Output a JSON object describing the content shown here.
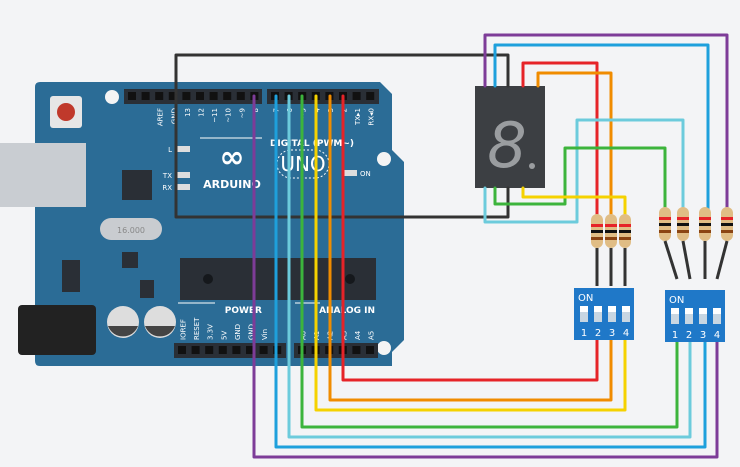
{
  "arduino": {
    "brand": "ARDUINO",
    "model": "UNO",
    "digital_header_label": "DIGITAL (PWM~)",
    "power_label": "POWER",
    "analog_label": "ANALOG IN",
    "led_labels": [
      "L",
      "TX",
      "RX",
      "ON"
    ],
    "digital_pins_left": [
      "AREF",
      "GND",
      "13",
      "12",
      "~11",
      "~10",
      "~9",
      "8"
    ],
    "digital_pins_right": [
      "7",
      "~6",
      "~5",
      "4",
      "~3",
      "2",
      "TX▸1",
      "RX◂0"
    ],
    "power_pins": [
      "IOREF",
      "RESET",
      "3.3V",
      "5V",
      "GND",
      "GND",
      "Vin"
    ],
    "analog_pins": [
      "A0",
      "A1",
      "A2",
      "A3",
      "A4",
      "A5"
    ],
    "crystal_text": "16.000"
  },
  "dip_switches": [
    {
      "on_label": "ON",
      "numbers": [
        "1",
        "2",
        "3",
        "4"
      ]
    },
    {
      "on_label": "ON",
      "numbers": [
        "1",
        "2",
        "3",
        "4"
      ]
    }
  ],
  "seven_segment_display": {
    "shown_digit": "8"
  },
  "colors": {
    "board": "#2b6c96",
    "dip": "#1f78c8",
    "wire_purple": "#7d3c98",
    "wire_blue": "#1ea0dc",
    "wire_cyan": "#6ccbdc",
    "wire_green": "#3cb43c",
    "wire_yellow": "#f5d200",
    "wire_orange": "#f08c00",
    "wire_red": "#e62328",
    "wire_black": "#333333"
  }
}
